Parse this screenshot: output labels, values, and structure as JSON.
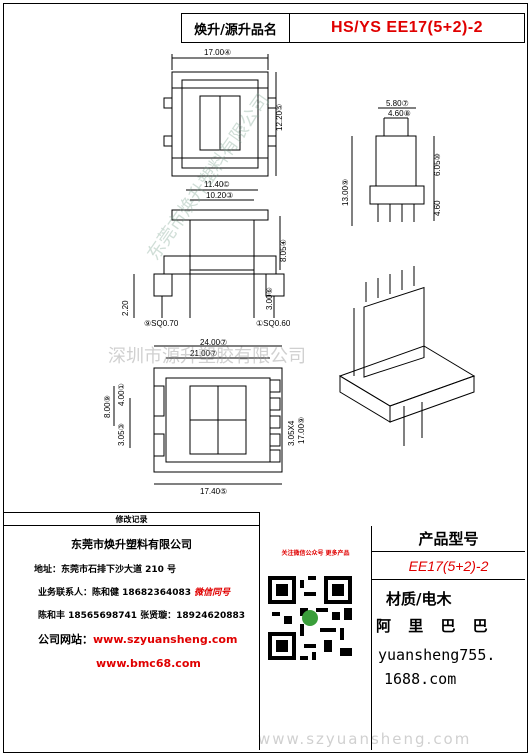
{
  "header": {
    "label": "焕升/源升品名",
    "product": "HS/YS EE17(5+2)-2"
  },
  "dims": {
    "top_width": "17.00④",
    "top_height": "12.20⑤",
    "side_a": "5.80⑦",
    "side_b": "4.60⑧",
    "side_h1": "13.00⑨",
    "side_h2": "6.05⑩",
    "side_h3": "4.60",
    "front_w1": "11.40©",
    "front_w2": "10.20③",
    "front_h": "8.05④",
    "pin_left": "2.20",
    "pin_right": "3.00⑥",
    "sq_left": "⑨SQ0.70",
    "sq_right": "①SQ0.60",
    "bot_w1": "24.00⑦",
    "bot_w2": "21.00⑦",
    "bot_h1": "8.00⑨",
    "bot_h2": "4.00①",
    "bot_h3": "3.05③",
    "bot_h4": "3.05X4",
    "bot_h5": "17.00⑨",
    "bot_w3": "17.40⑤"
  },
  "watermark": {
    "main": "深圳市源升塑胶有限公司",
    "diag": "东莞市焕升塑料有限公司",
    "url": "www.szyuansheng.com"
  },
  "footer": {
    "record_label": "修改记录",
    "company": "东莞市焕升塑料有限公司",
    "address": "地址：东莞市石排下沙大道 210 号",
    "contact1": "业务联系人：陈和健 18682364083",
    "wechat": "微信同号",
    "contact2": "陈和丰 18565698741  张贤璇：18924620883",
    "site_label": "公司网站：",
    "site1": "www.szyuansheng.com",
    "site2": "www.bmc68.com",
    "qr_caption": "关注微信公众号 更多产品",
    "type_label": "产品型号",
    "type_value": "EE17(5+2)-2",
    "material_label": "材质/电木",
    "alibaba": "阿 里 巴 巴",
    "shop1": "yuansheng755.",
    "shop2": "1688.com"
  },
  "colors": {
    "accent": "#e00000"
  }
}
